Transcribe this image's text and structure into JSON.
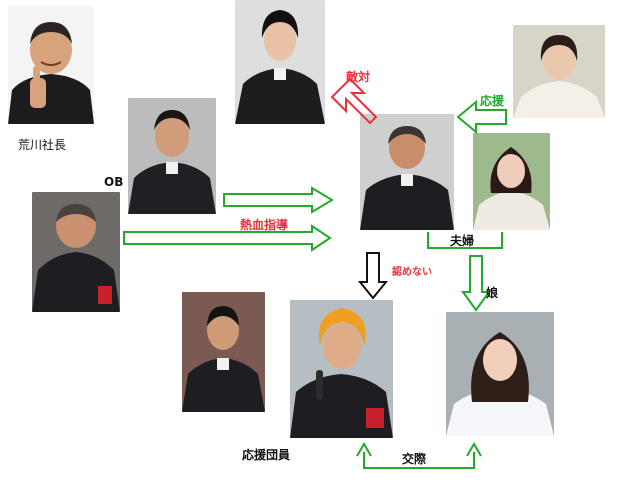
{
  "labels": {
    "president": "荒川社長",
    "ob": "OB",
    "rival": "敵対",
    "support_top": "応援",
    "coaching": "熱血指導",
    "couple": "夫婦",
    "not_accept": "認めない",
    "daughter": "娘",
    "cheer_member": "応援団員",
    "dating": "交際"
  },
  "colors": {
    "green_arrow": "#22aa2a",
    "red_arrow": "#e8323c",
    "black_arrow": "#111111",
    "uniform": "#202024"
  }
}
